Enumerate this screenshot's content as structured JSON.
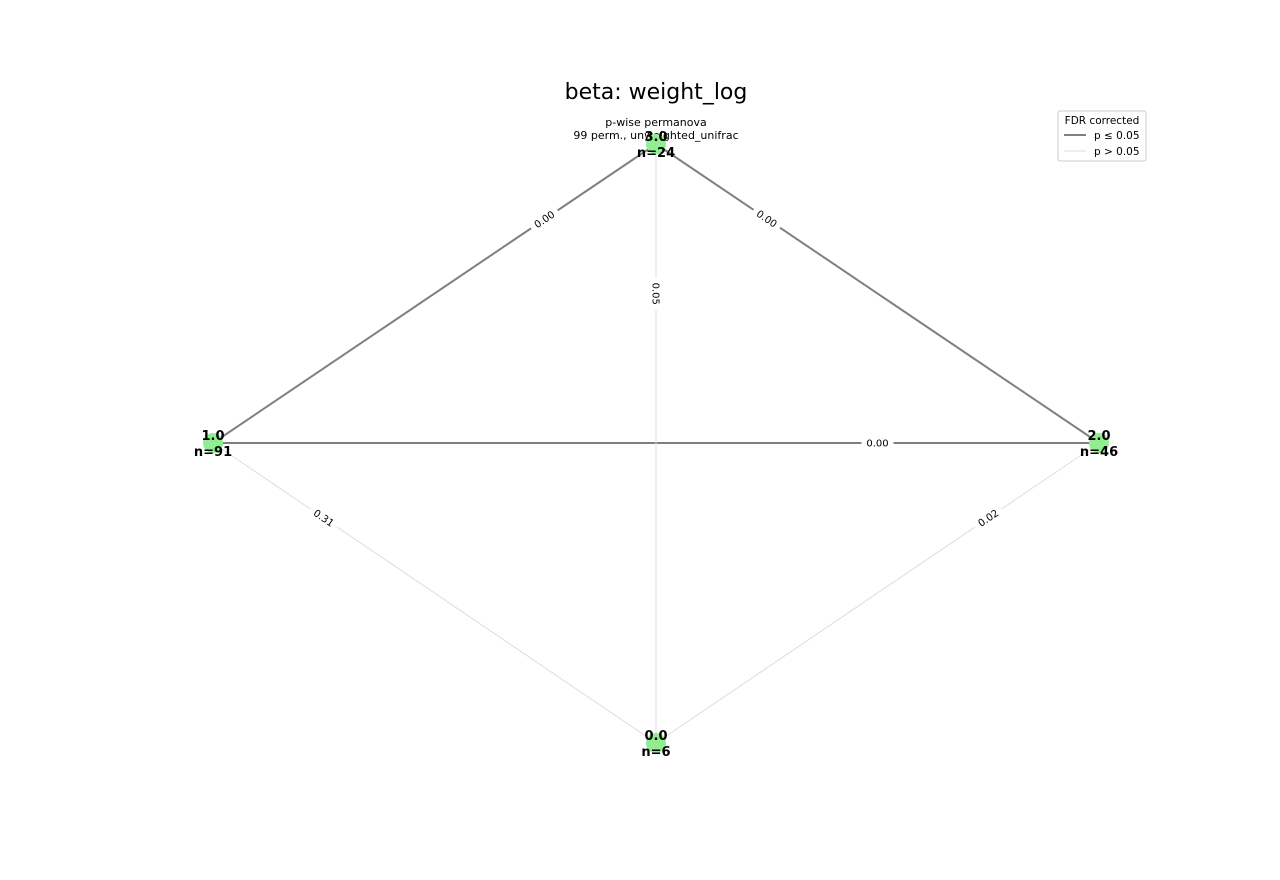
{
  "title": "beta: weight_log",
  "subtitle": [
    "p-wise permanova",
    "99 perm., unweighted_unifrac"
  ],
  "legend": {
    "title": "FDR corrected",
    "items": [
      {
        "label": "p ≤ 0.05",
        "color": "#808080",
        "style": "strong"
      },
      {
        "label": "p > 0.05",
        "color": "#dddddd",
        "style": "weak"
      }
    ]
  },
  "node_color": "#90ee90",
  "nodes": [
    {
      "id": "3.0",
      "label": "3.0",
      "n_label": "n=24"
    },
    {
      "id": "1.0",
      "label": "1.0",
      "n_label": "n=91"
    },
    {
      "id": "2.0",
      "label": "2.0",
      "n_label": "n=46"
    },
    {
      "id": "0.0",
      "label": "0.0",
      "n_label": "n=6"
    }
  ],
  "edges": [
    {
      "source": "1.0",
      "target": "3.0",
      "p": "0.00",
      "significant": true
    },
    {
      "source": "3.0",
      "target": "2.0",
      "p": "0.00",
      "significant": true
    },
    {
      "source": "1.0",
      "target": "2.0",
      "p": "0.00",
      "significant": true
    },
    {
      "source": "3.0",
      "target": "0.0",
      "p": "0.05",
      "significant": false
    },
    {
      "source": "1.0",
      "target": "0.0",
      "p": "0.31",
      "significant": false
    },
    {
      "source": "2.0",
      "target": "0.0",
      "p": "0.02",
      "significant": false
    }
  ]
}
